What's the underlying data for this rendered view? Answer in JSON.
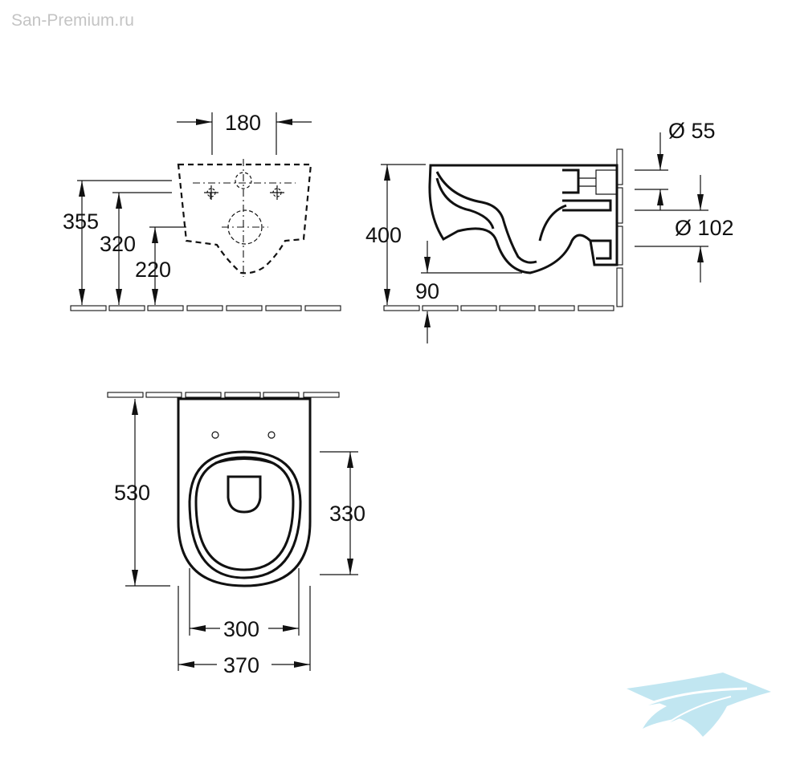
{
  "watermark": "San-Premium.ru",
  "front_view": {
    "label_width": "180",
    "label_height_top": "355",
    "label_height_mid": "320",
    "label_height_low": "220"
  },
  "side_view": {
    "label_total_height": "400",
    "label_floor_gap": "90",
    "label_diameter_small": "Ø 55",
    "label_diameter_large": "Ø 102"
  },
  "top_view": {
    "label_depth": "530",
    "label_bowl_depth": "330",
    "label_inner_width": "300",
    "label_outer_width": "370"
  },
  "logo": {
    "name": "swoosh-logo",
    "color": "#a8dcec"
  }
}
